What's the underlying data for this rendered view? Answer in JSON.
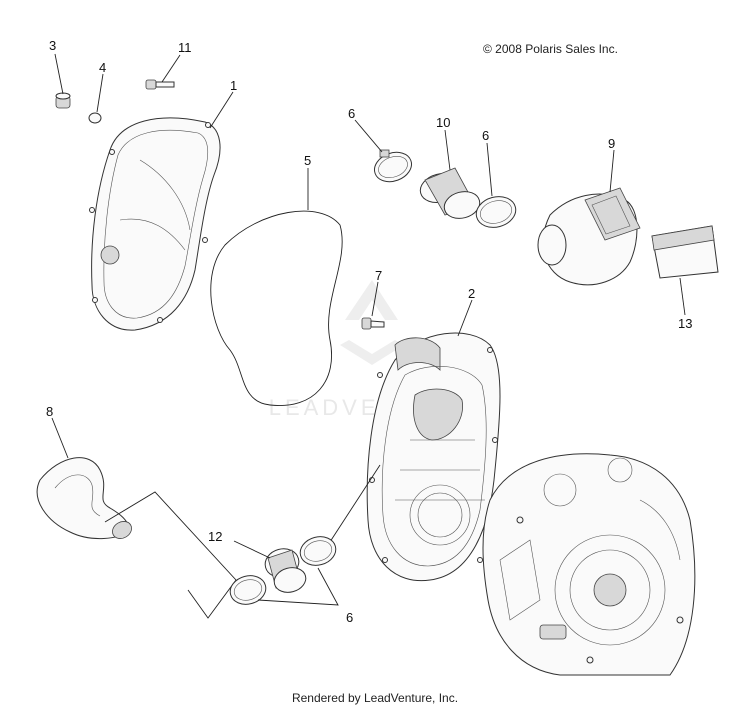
{
  "copyright": "© 2008 Polaris Sales Inc.",
  "footer": "Rendered by LeadVenture, Inc.",
  "watermark": "LEADVENTURE",
  "callouts": {
    "c1": "1",
    "c2": "2",
    "c3": "3",
    "c4": "4",
    "c5": "5",
    "c6a": "6",
    "c6b": "6",
    "c6c": "6",
    "c7": "7",
    "c8": "8",
    "c9": "9",
    "c10": "10",
    "c11": "11",
    "c12": "12",
    "c13": "13"
  }
}
